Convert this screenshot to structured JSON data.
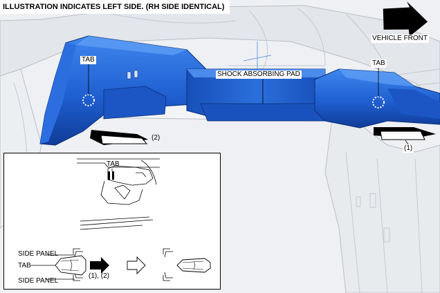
{
  "header": {
    "text": "ILLUSTRATION INDICATES LEFT SIDE. (RH SIDE IDENTICAL)"
  },
  "labels": {
    "vehicle_front": "VEHICLE FRONT",
    "shock_absorbing_pad": "SHOCK ABSORBING PAD",
    "tab_left": "TAB",
    "tab_right": "TAB",
    "step_2": "(2)",
    "step_1": "(1)"
  },
  "inset": {
    "tab_top": "TAB",
    "side_panel_top": "SIDE PANEL",
    "tab": "TAB",
    "side_panel_bottom": "SIDE PANEL",
    "steps": "(1), (2)"
  },
  "colors": {
    "pad_blue": "#1f5fd0",
    "pad_dark": "#0f3c98",
    "pad_light": "#3f86ee",
    "body_grey": "#e6e9ed"
  }
}
